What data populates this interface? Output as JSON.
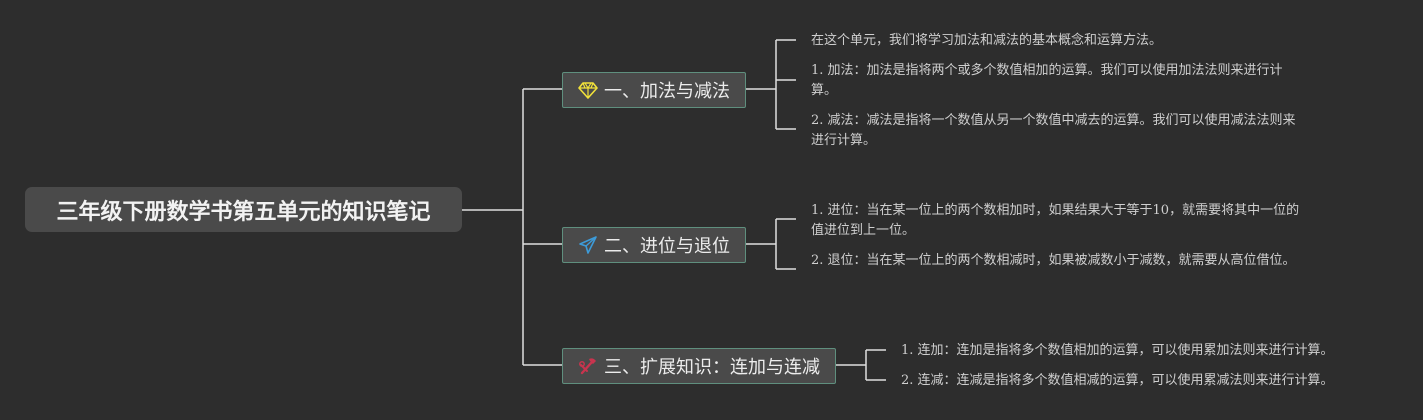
{
  "diagram": {
    "root": {
      "label": "三年级下册数学书第五单元的知识笔记"
    },
    "branches": [
      {
        "label": "一、加法与减法",
        "icon": "diamond-icon",
        "icon_color": "#f1e13a",
        "children": [
          "在这个单元，我们将学习加法和减法的基本概念和运算方法。",
          "1. 加法：加法是指将两个或多个数值相加的运算。我们可以使用加法法则来进行计算。",
          "2. 减法：减法是指将一个数值从另一个数值中减去的运算。我们可以使用减法法则来进行计算。"
        ]
      },
      {
        "label": "二、进位与退位",
        "icon": "paper-plane-icon",
        "icon_color": "#3d9bd8",
        "children": [
          "1. 进位：当在某一位上的两个数相加时，如果结果大于等于10，就需要将其中一位的值进位到上一位。",
          "2. 退位：当在某一位上的两个数相减时，如果被减数小于减数，就需要从高位借位。"
        ]
      },
      {
        "label": "三、扩展知识：连加与连减",
        "icon": "tools-icon",
        "icon_color": "#c8344e",
        "children": [
          "1. 连加：连加是指将多个数值相加的运算，可以使用累加法则来进行计算。",
          "2. 连减：连减是指将多个数值相减的运算，可以使用累减法则来进行计算。"
        ]
      }
    ]
  },
  "colors": {
    "background": "#2d2d2d",
    "node_fill": "#4a4a4a",
    "node_border": "#5f8f7e",
    "connector": "#dedede"
  }
}
